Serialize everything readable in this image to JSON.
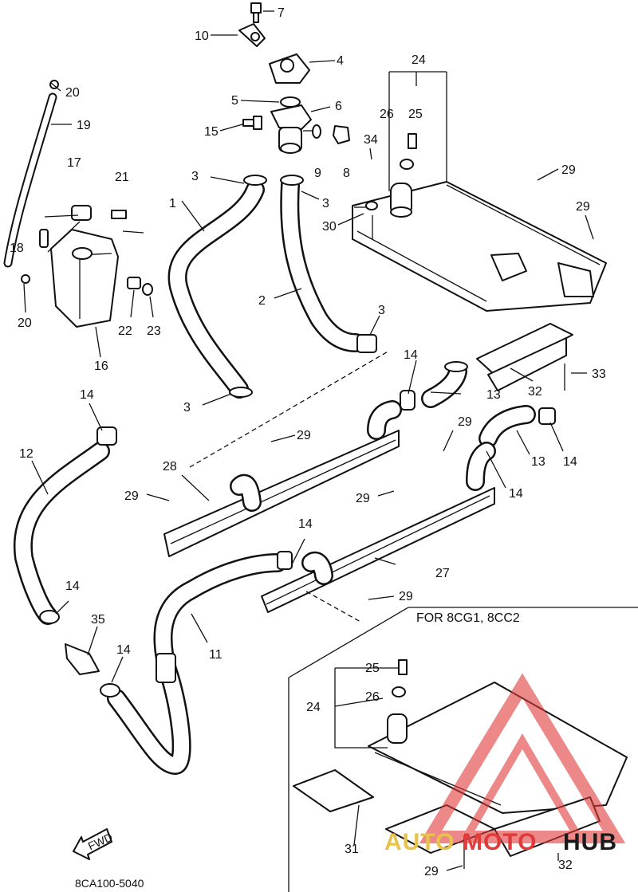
{
  "diagram_id": "8CA100-5040",
  "variant_label": "FOR 8CG1, 8CC2",
  "fwd_label": "FWD",
  "watermark": {
    "left": "AUTO",
    "middle": "MOTO",
    "right": "HUB",
    "accent": "#e03a3a"
  },
  "callouts": [
    "1",
    "2",
    "3",
    "4",
    "5",
    "6",
    "7",
    "8",
    "9",
    "10",
    "11",
    "12",
    "13",
    "14",
    "15",
    "16",
    "17",
    "18",
    "19",
    "20",
    "21",
    "22",
    "23",
    "24",
    "25",
    "26",
    "27",
    "28",
    "29",
    "30",
    "31",
    "32",
    "33",
    "34",
    "35"
  ]
}
